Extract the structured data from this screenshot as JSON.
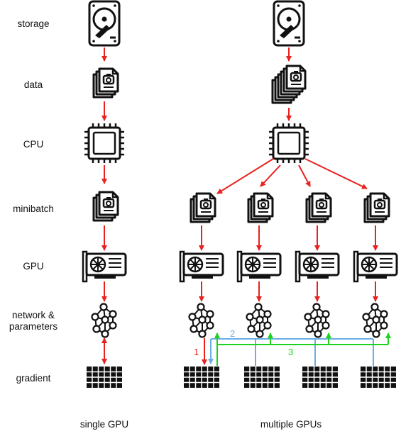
{
  "rows": {
    "storage": "storage",
    "data": "data",
    "cpu": "CPU",
    "minibatch": "minibatch",
    "gpu": "GPU",
    "network_line1": "network &",
    "network_line2": "parameters",
    "gradient": "gradient"
  },
  "captions": {
    "single": "single GPU",
    "multiple": "multiple GPUs"
  },
  "steps": {
    "step1": "1",
    "step2": "2",
    "step3": "3"
  },
  "colors": {
    "step1": "#e8221f",
    "step2": "#6aaee6",
    "step3": "#1fd11f",
    "icon": "#111111"
  },
  "icons": [
    "hard-drive-icon",
    "photo-file-stack-icon",
    "cpu-chip-icon",
    "graphics-card-icon",
    "neural-network-icon",
    "gradient-grid-icon"
  ]
}
